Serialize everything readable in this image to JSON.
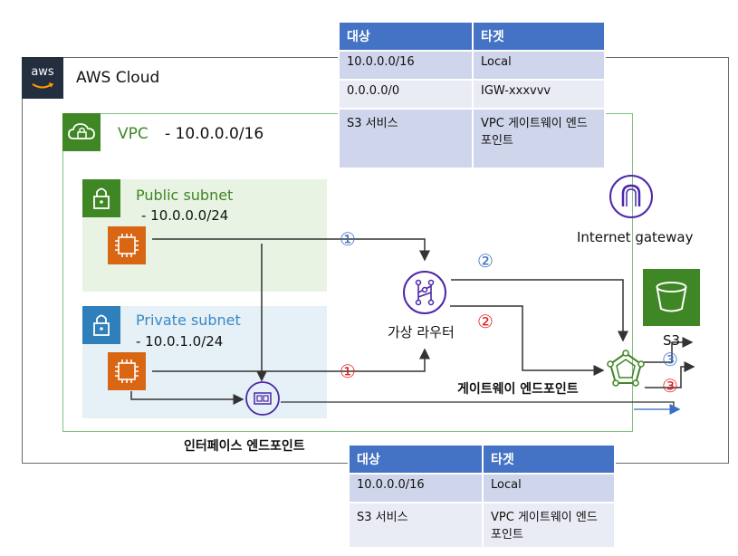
{
  "cloud": {
    "logo_text": "aws",
    "title": "AWS Cloud"
  },
  "vpc": {
    "label": "VPC",
    "cidr": "- 10.0.0.0/16"
  },
  "public_subnet": {
    "title": "Public subnet",
    "cidr": "- 10.0.0.0/24"
  },
  "private_subnet": {
    "title": "Private subnet",
    "cidr": "- 10.0.1.0/24"
  },
  "router": {
    "label": "가상 라우터"
  },
  "internet_gateway": {
    "label": "Internet gateway"
  },
  "s3": {
    "label": "S3"
  },
  "gateway_endpoint": {
    "label": "게이트웨이 엔드포인트"
  },
  "interface_endpoint": {
    "label": "인터페이스 엔드포인트"
  },
  "markers": {
    "one": "①",
    "two": "②",
    "three": "③"
  },
  "public_route_table": {
    "headers": [
      "대상",
      "타겟"
    ],
    "rows": [
      [
        "10.0.0.0/16",
        "Local"
      ],
      [
        "0.0.0.0/0",
        "IGW-xxxvvv"
      ],
      [
        "S3 서비스",
        "VPC 게이트웨이 엔드포인트"
      ]
    ]
  },
  "private_route_table": {
    "headers": [
      "대상",
      "타겟"
    ],
    "rows": [
      [
        "10.0.0.0/16",
        "Local"
      ],
      [
        "S3 서비스",
        "VPC 게이트웨이 엔드포인트"
      ]
    ]
  },
  "colors": {
    "vpc_green": "#3f8624",
    "subnet_blue": "#2e7fba",
    "ec2_orange": "#d86613",
    "router_purple": "#4d27aa",
    "table_header": "#4472c4",
    "marker_blue": "#3b6fc4",
    "marker_red": "#e02020"
  },
  "icons": [
    "aws-logo",
    "vpc-cloud-lock-icon",
    "lock-icon",
    "ec2-chip-icon",
    "router-icon",
    "internet-gateway-icon",
    "s3-bucket-icon",
    "gateway-endpoint-icon",
    "interface-endpoint-icon"
  ]
}
